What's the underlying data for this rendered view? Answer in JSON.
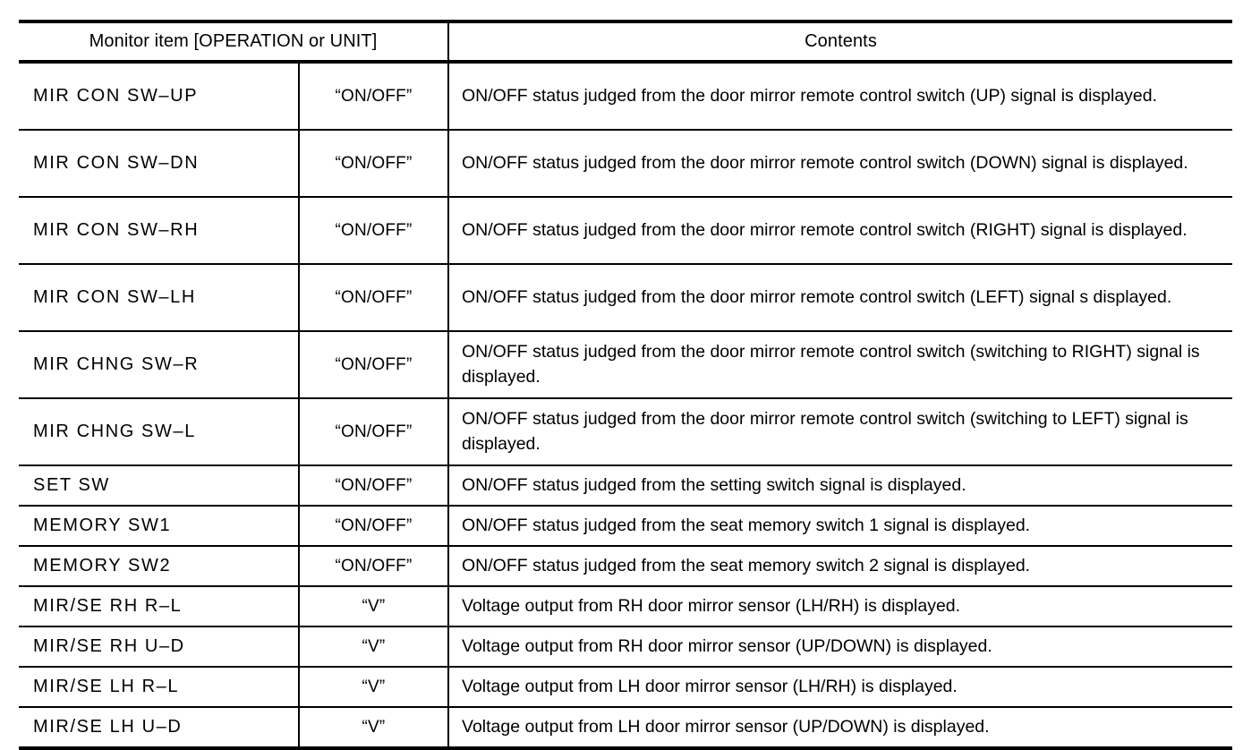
{
  "table": {
    "headers": {
      "item_unit": "Monitor item [OPERATION or UNIT]",
      "contents": "Contents"
    },
    "rows": [
      {
        "item": "MIR  CON  SW–UP",
        "unit": "“ON/OFF”",
        "contents": "ON/OFF status judged from the door mirror remote control switch (UP) signal is displayed.",
        "size": "tall"
      },
      {
        "item": "MIR  CON  SW–DN",
        "unit": "“ON/OFF”",
        "contents": "ON/OFF status judged from the door mirror remote control switch (DOWN) signal is displayed.",
        "size": "tall"
      },
      {
        "item": "MIR  CON  SW–RH",
        "unit": "“ON/OFF”",
        "contents": "ON/OFF status judged from the door mirror remote control switch (RIGHT) signal is displayed.",
        "size": "tall"
      },
      {
        "item": "MIR  CON  SW–LH",
        "unit": "“ON/OFF”",
        "contents": "ON/OFF status judged from the door mirror remote control switch (LEFT) signal s displayed.",
        "size": "tall"
      },
      {
        "item": "MIR  CHNG  SW–R",
        "unit": "“ON/OFF”",
        "contents": "ON/OFF status judged from the door mirror remote control switch (switching to RIGHT) signal is displayed.",
        "size": "tall"
      },
      {
        "item": "MIR  CHNG  SW–L",
        "unit": "“ON/OFF”",
        "contents": "ON/OFF status judged from the door mirror remote control switch (switching to LEFT) signal is displayed.",
        "size": "tall"
      },
      {
        "item": "SET  SW",
        "unit": "“ON/OFF”",
        "contents": "ON/OFF status judged from the setting switch signal is displayed.",
        "size": "short"
      },
      {
        "item": "MEMORY  SW1",
        "unit": "“ON/OFF”",
        "contents": "ON/OFF status judged from the seat memory switch 1 signal is displayed.",
        "size": "short"
      },
      {
        "item": "MEMORY  SW2",
        "unit": "“ON/OFF”",
        "contents": "ON/OFF status judged from the seat memory switch 2 signal is displayed.",
        "size": "short"
      },
      {
        "item": "MIR/SE  RH  R–L",
        "unit": "“V”",
        "contents": "Voltage output from RH door mirror sensor (LH/RH) is displayed.",
        "size": "short"
      },
      {
        "item": "MIR/SE  RH  U–D",
        "unit": "“V”",
        "contents": "Voltage output from RH door mirror sensor (UP/DOWN) is displayed.",
        "size": "short"
      },
      {
        "item": "MIR/SE  LH  R–L",
        "unit": "“V”",
        "contents": "Voltage output from LH door mirror sensor (LH/RH) is displayed.",
        "size": "short"
      },
      {
        "item": "MIR/SE  LH  U–D",
        "unit": "“V”",
        "contents": "Voltage output from LH door mirror sensor (UP/DOWN) is displayed.",
        "size": "short"
      }
    ]
  },
  "colors": {
    "ink": "#000000",
    "paper": "#ffffff"
  }
}
